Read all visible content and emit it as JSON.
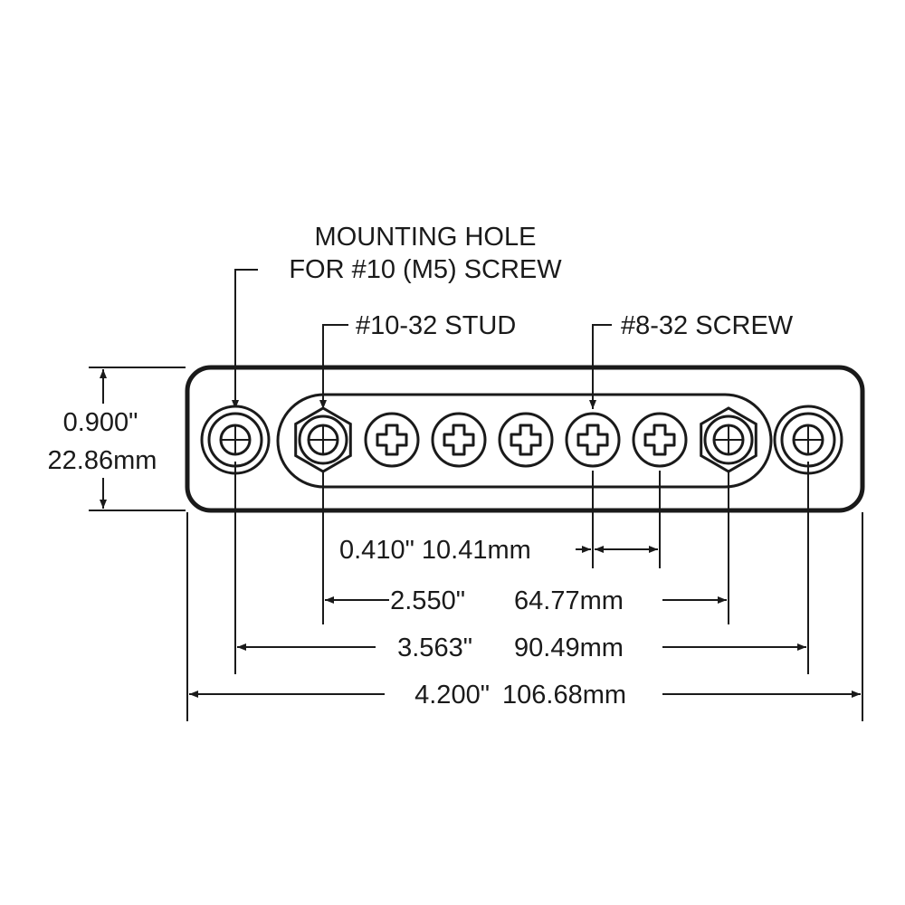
{
  "callouts": {
    "mounting_hole_line1": "MOUNTING HOLE",
    "mounting_hole_line2": "FOR #10 (M5) SCREW",
    "stud": "#10-32 STUD",
    "screw": "#8-32 SCREW"
  },
  "dimensions": {
    "height_in": "0.900\"",
    "height_mm": "22.86mm",
    "screw_pitch": "0.410\" 10.41mm",
    "stud_spacing_in": "2.550\"",
    "stud_spacing_mm": "64.77mm",
    "mount_spacing_in": "3.563\"",
    "mount_spacing_mm": "90.49mm",
    "overall_length_in": "4.200\"",
    "overall_length_mm": "106.68mm"
  },
  "terminals": [
    {
      "kind": "mounting-hole"
    },
    {
      "kind": "stud"
    },
    {
      "kind": "screw"
    },
    {
      "kind": "screw"
    },
    {
      "kind": "screw"
    },
    {
      "kind": "screw"
    },
    {
      "kind": "screw"
    },
    {
      "kind": "stud"
    },
    {
      "kind": "mounting-hole"
    }
  ],
  "colors": {
    "line": "#1a1a1a",
    "background": "#ffffff"
  }
}
